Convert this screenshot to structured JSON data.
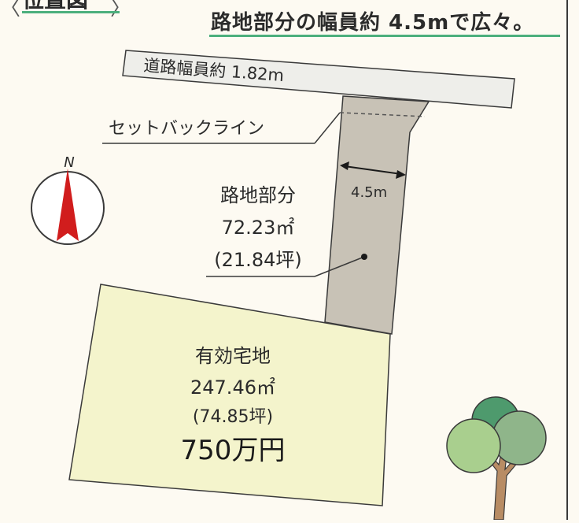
{
  "corner_label": "位置図",
  "corner_paren_left": "〈",
  "corner_paren_right": "〉",
  "header_title": "路地部分の幅員約 4.5mで広々。",
  "road": {
    "label": "道路幅員約 1.82m"
  },
  "setback": {
    "label": "セットバックライン"
  },
  "compass": {
    "north": "N"
  },
  "width_marker": {
    "label": "4.5m"
  },
  "access_strip": {
    "name": "路地部分",
    "area_m2": "72.23㎡",
    "area_tsubo": "(21.84坪)"
  },
  "main_lot": {
    "name": "有効宅地",
    "area_m2": "247.46㎡",
    "area_tsubo": "(74.85坪)",
    "price": "750万円"
  },
  "colors": {
    "accent": "#4caf7d",
    "road": "#eeeeea",
    "strip": "#c8c2b6",
    "lot": "#f4f4cc",
    "compass": "#d11d1d",
    "tree_light": "#a9cf8e",
    "tree_mid": "#8fb58a",
    "tree_dark": "#4e9a6d",
    "trunk": "#b88c64"
  }
}
